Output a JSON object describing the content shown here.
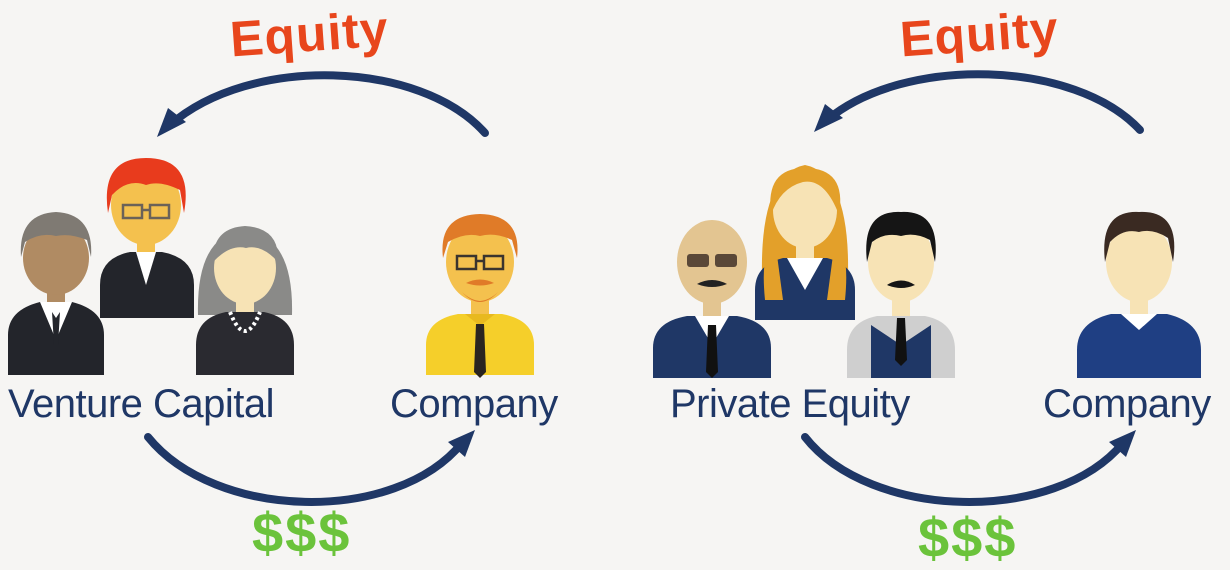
{
  "colors": {
    "background": "#f6f5f3",
    "arrow": "#1f3766",
    "equity_text": "#e8461c",
    "money_text": "#6bc33b",
    "label_text": "#1f3766"
  },
  "left": {
    "equity_label": "Equity",
    "investor_label": "Venture Capital",
    "company_label": "Company",
    "money_label": "$$$",
    "investor_icons": [
      "businessman-icon",
      "redhead-woman-icon",
      "grey-haired-woman-icon"
    ],
    "company_icon": "bearded-man-yellow-shirt-icon"
  },
  "right": {
    "equity_label": "Equity",
    "investor_label": "Private Equity",
    "company_label": "Company",
    "money_label": "$$$",
    "investor_icons": [
      "bald-man-sunglasses-icon",
      "blonde-woman-icon",
      "mustached-man-vest-icon"
    ],
    "company_icon": "man-blue-sweater-icon"
  }
}
